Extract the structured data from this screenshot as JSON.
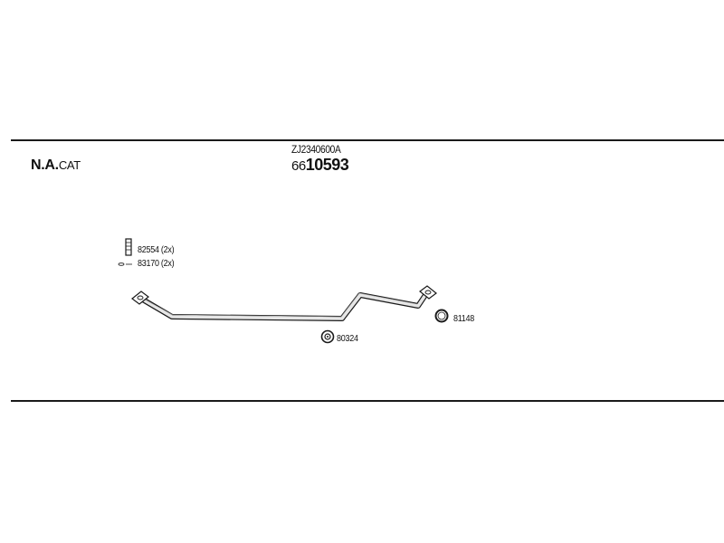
{
  "header": {
    "catalyst_prefix": "N.A.",
    "catalyst_suffix": "CAT",
    "kit_code": "ZJ2340600A",
    "set_number_prefix": "66",
    "set_number_main": "10593"
  },
  "parts": [
    {
      "number": "82554",
      "quantity": "(2x)",
      "icon": "bolt-icon"
    },
    {
      "number": "83170",
      "quantity": "(2x)",
      "icon": "washer-icon"
    },
    {
      "number": "80324",
      "quantity": "",
      "icon": "rubber-mount-icon"
    },
    {
      "number": "81148",
      "quantity": "",
      "icon": "gasket-ring-icon"
    }
  ],
  "colors": {
    "line": "#1a1a1a",
    "pipe_fill": "#e6e6e6"
  }
}
